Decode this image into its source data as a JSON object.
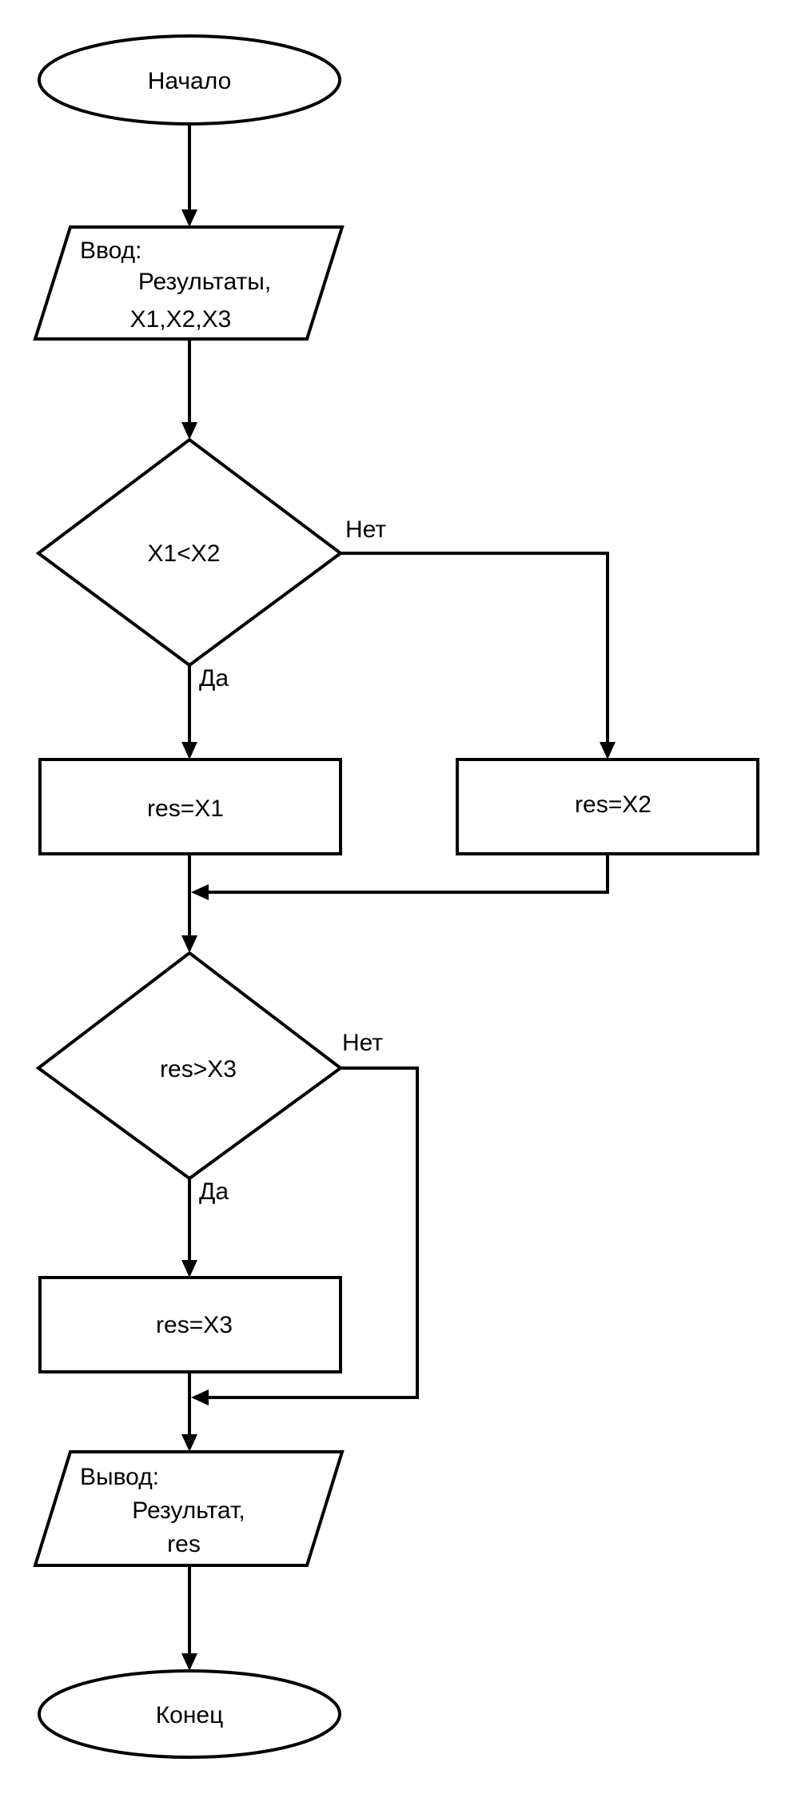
{
  "flowchart": {
    "start": "Начало",
    "input": {
      "label": "Ввод:",
      "lines": [
        "Результаты,",
        "X1,X2,X3"
      ]
    },
    "decision1": {
      "condition": "X1<X2",
      "yes": "Да",
      "no": "Нет"
    },
    "process1": "res=X1",
    "process2": "res=X2",
    "decision2": {
      "condition": "res>X3",
      "yes": "Да",
      "no": "Нет"
    },
    "process3": "res=X3",
    "output": {
      "label": "Вывод:",
      "lines": [
        "Результат,",
        "res"
      ]
    },
    "end": "Конец"
  }
}
